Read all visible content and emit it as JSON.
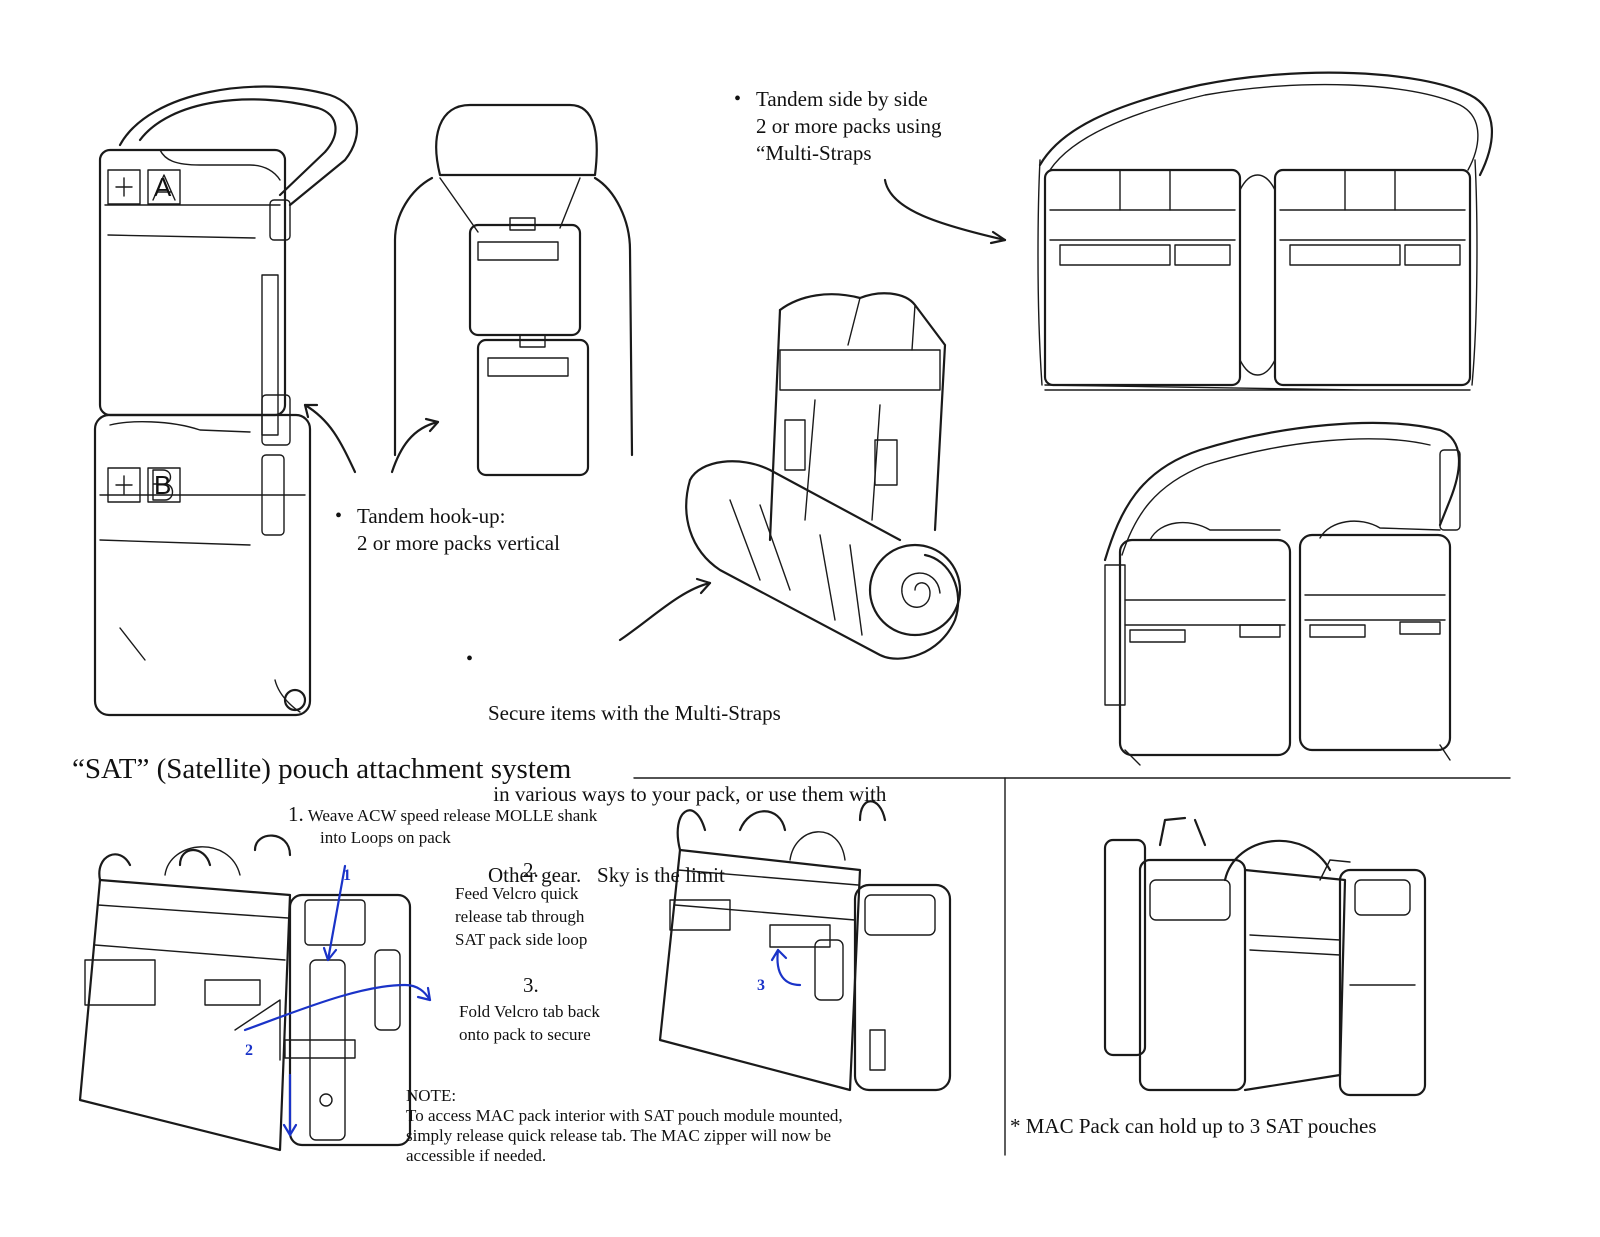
{
  "callouts": {
    "tandem_side": [
      "Tandem side by side",
      "2 or more packs using",
      "“Multi-Straps"
    ],
    "tandem_hookup": [
      "Tandem hook-up:",
      "2 or more packs vertical"
    ],
    "secure_items": [
      "Secure items with the Multi-Straps",
      " in various ways to your pack, or use them with",
      "Other gear.   Sky is the limit"
    ]
  },
  "pack_labels": {
    "top": "A",
    "bottom": "B"
  },
  "sat_section": {
    "title": "“SAT” (Satellite) pouch attachment system",
    "steps": [
      {
        "number": "1.",
        "text": [
          "Weave ACW speed release MOLLE shank",
          "into Loops on pack"
        ]
      },
      {
        "number": "2.",
        "text": [
          "Feed Velcro quick",
          "release tab through",
          "SAT pack side loop"
        ]
      },
      {
        "number": "3.",
        "text": [
          "Fold Velcro tab back",
          "onto pack to secure"
        ]
      }
    ],
    "diagram_markers": [
      "1",
      "2",
      "3"
    ],
    "note_label": "NOTE:",
    "note_text": [
      "To access MAC pack interior with SAT pouch module mounted,",
      "simply release quick release tab.  The MAC zipper will now be",
      "accessible if needed."
    ],
    "capacity": "* MAC Pack can hold up to  3 SAT pouches"
  },
  "colors": {
    "ink": "#1a1a1a",
    "annotation_blue": "#1a33c8",
    "background": "#ffffff"
  }
}
